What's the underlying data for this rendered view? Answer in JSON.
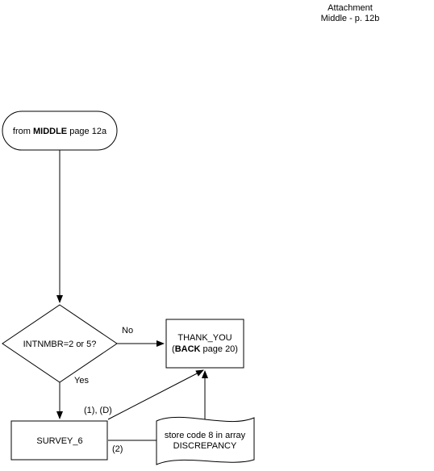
{
  "header": {
    "line1": "Attachment",
    "line2": "Middle - p. 12b"
  },
  "nodes": {
    "start": {
      "prefix": "from ",
      "bold": "MIDDLE",
      "suffix": " page 12a"
    },
    "decision": {
      "label": "INTNMBR=2 or 5?"
    },
    "thank_you": {
      "line1": "THANK_YOU",
      "line2_open": "(",
      "line2_bold": "BACK",
      "line2_rest": " page 20)"
    },
    "survey": {
      "label": "SURVEY_6"
    },
    "store": {
      "line1": "store code 8 in array",
      "line2": "DISCREPANCY"
    }
  },
  "edges": {
    "no_label": "No",
    "yes_label": "Yes",
    "survey_to_thank_label": "(1), (D)",
    "survey_to_store_label": "(2)"
  }
}
